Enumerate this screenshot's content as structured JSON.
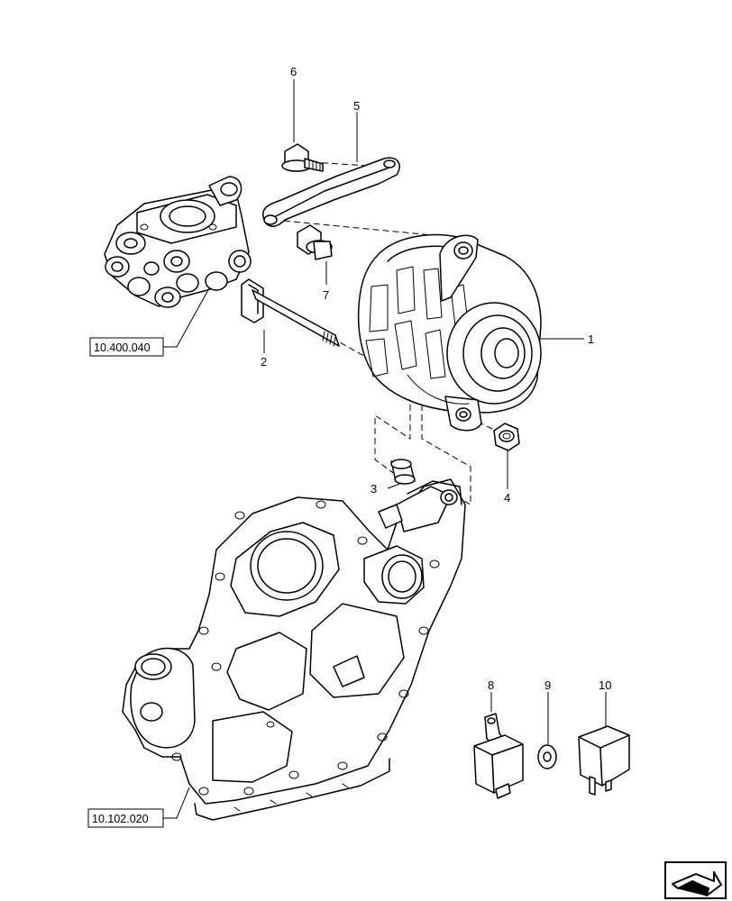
{
  "callouts": {
    "c1": "1",
    "c2": "2",
    "c3": "3",
    "c4": "4",
    "c5": "5",
    "c6": "6",
    "c7": "7",
    "c8": "8",
    "c9": "9",
    "c10": "10"
  },
  "references": {
    "ref_top": "10.400.040",
    "ref_bottom": "10.102.020"
  },
  "icons": {
    "nav": "next-page-arrow-icon"
  }
}
